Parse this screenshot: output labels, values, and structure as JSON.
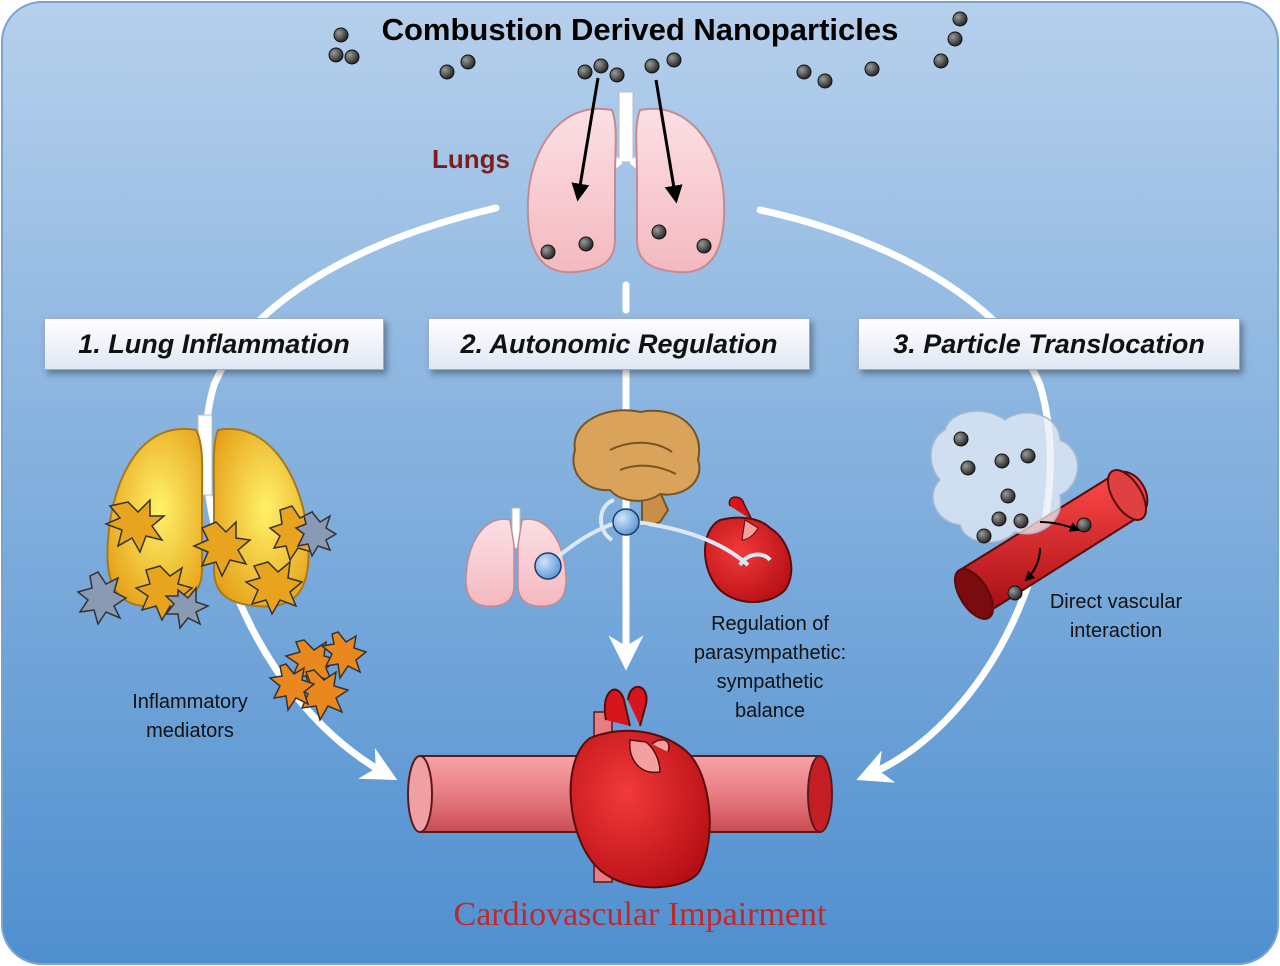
{
  "diagram": {
    "title": "Combustion Derived Nanoparticles",
    "lungs_label": "Lungs",
    "pathways": [
      {
        "number": "1.",
        "label": "Lung Inflammation",
        "display": "1. Lung Inflammation"
      },
      {
        "number": "2.",
        "label": "Autonomic Regulation",
        "display": "2. Autonomic Regulation"
      },
      {
        "number": "3.",
        "label": "Particle Translocation",
        "display": "3. Particle Translocation"
      }
    ],
    "annotations": {
      "inflammatory": "Inflammatory mediators",
      "autonomic": "Regulation of parasympathetic: sympathetic balance",
      "vascular": "Direct vascular interaction"
    },
    "outcome": "Cardiovascular Impairment"
  },
  "colors": {
    "background_top": "#b6d0ec",
    "background_bottom": "#4f8fcf",
    "lung_pink": "#f7c9cf",
    "lung_inflamed": "#f2b81c",
    "heart_red": "#d6161c",
    "vessel_red": "#e8787e",
    "brain_tan": "#d9a35c",
    "outcome_text": "#c0292b",
    "lungs_label": "#7a1f1f"
  }
}
